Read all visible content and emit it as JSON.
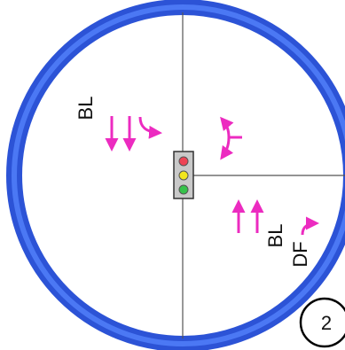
{
  "labels": {
    "southbound_lane_label": "BL",
    "northbound_lane_label_1": "BL",
    "northbound_lane_label_2": "DF"
  },
  "badge": {
    "number": "2"
  },
  "colors": {
    "ring_outer": "#2c53d6",
    "ring_inner": "#4f7cf7",
    "arrow": "#ec2bc0",
    "road_line": "#555555",
    "signal_body": "#c9c9c9",
    "signal_red": "#ee4455",
    "signal_yellow": "#f2e61c",
    "signal_green": "#35c24a"
  },
  "icons": {
    "signal": "traffic-light-icon",
    "southbound": [
      "down-arrow-icon",
      "down-arrow-icon",
      "right-curve-arrow-icon"
    ],
    "westbound": "left-split-arrow-icon",
    "northbound": [
      "up-arrow-icon",
      "up-arrow-icon",
      "right-turn-arrow-icon"
    ]
  }
}
